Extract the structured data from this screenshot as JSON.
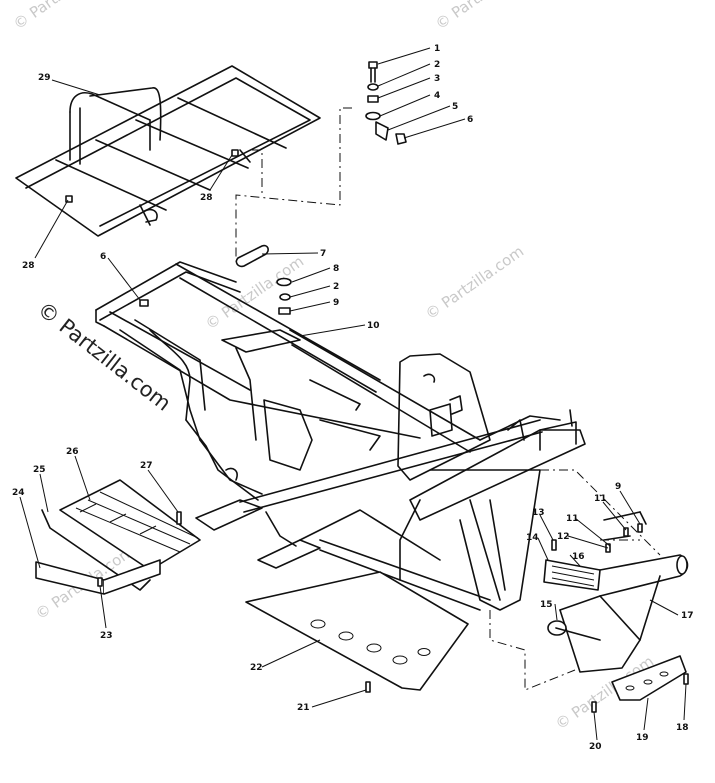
{
  "watermark": {
    "main_text": "© Partzilla.com",
    "tile_text": "© Partzilla.com"
  },
  "callouts": [
    "1",
    "2",
    "3",
    "4",
    "5",
    "6",
    "6",
    "7",
    "8",
    "2",
    "9",
    "10",
    "9",
    "11",
    "11",
    "12",
    "13",
    "14",
    "16",
    "15",
    "17",
    "18",
    "19",
    "20",
    "21",
    "22",
    "23",
    "24",
    "25",
    "26",
    "27",
    "28",
    "28",
    "29"
  ]
}
